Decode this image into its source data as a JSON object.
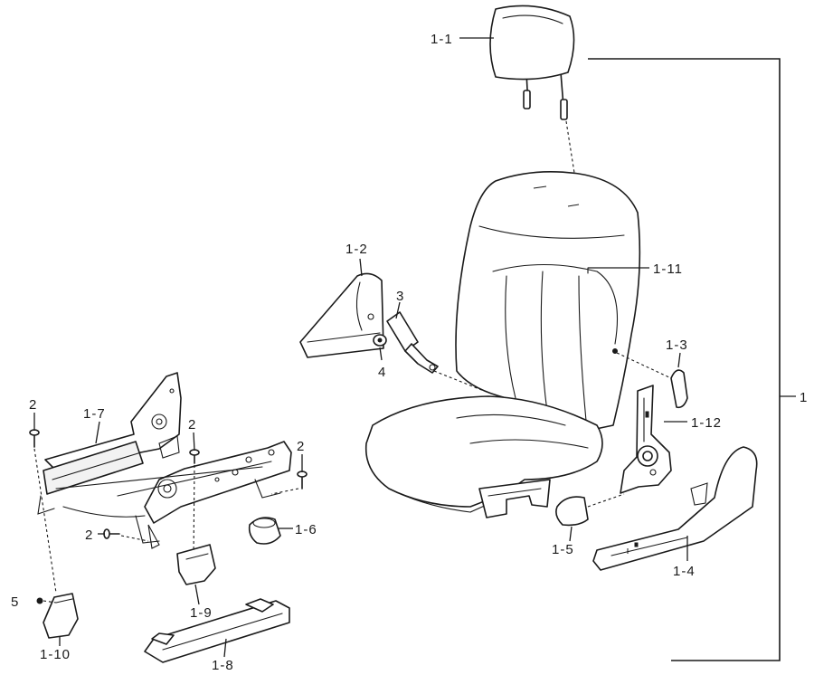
{
  "labels": {
    "p1_1": "1-1",
    "p1_2": "1-2",
    "p3": "3",
    "p4": "4",
    "p1_11": "1-11",
    "p1_3": "1-3",
    "p1": "1",
    "p1_12": "1-12",
    "p1_7": "1-7",
    "p2a": "2",
    "p2b": "2",
    "p2c": "2",
    "p2d": "2",
    "p1_6": "1-6",
    "p1_5": "1-5",
    "p1_4": "1-4",
    "p1_9": "1-9",
    "p5": "5",
    "p1_10": "1-10",
    "p1_8": "1-8"
  }
}
